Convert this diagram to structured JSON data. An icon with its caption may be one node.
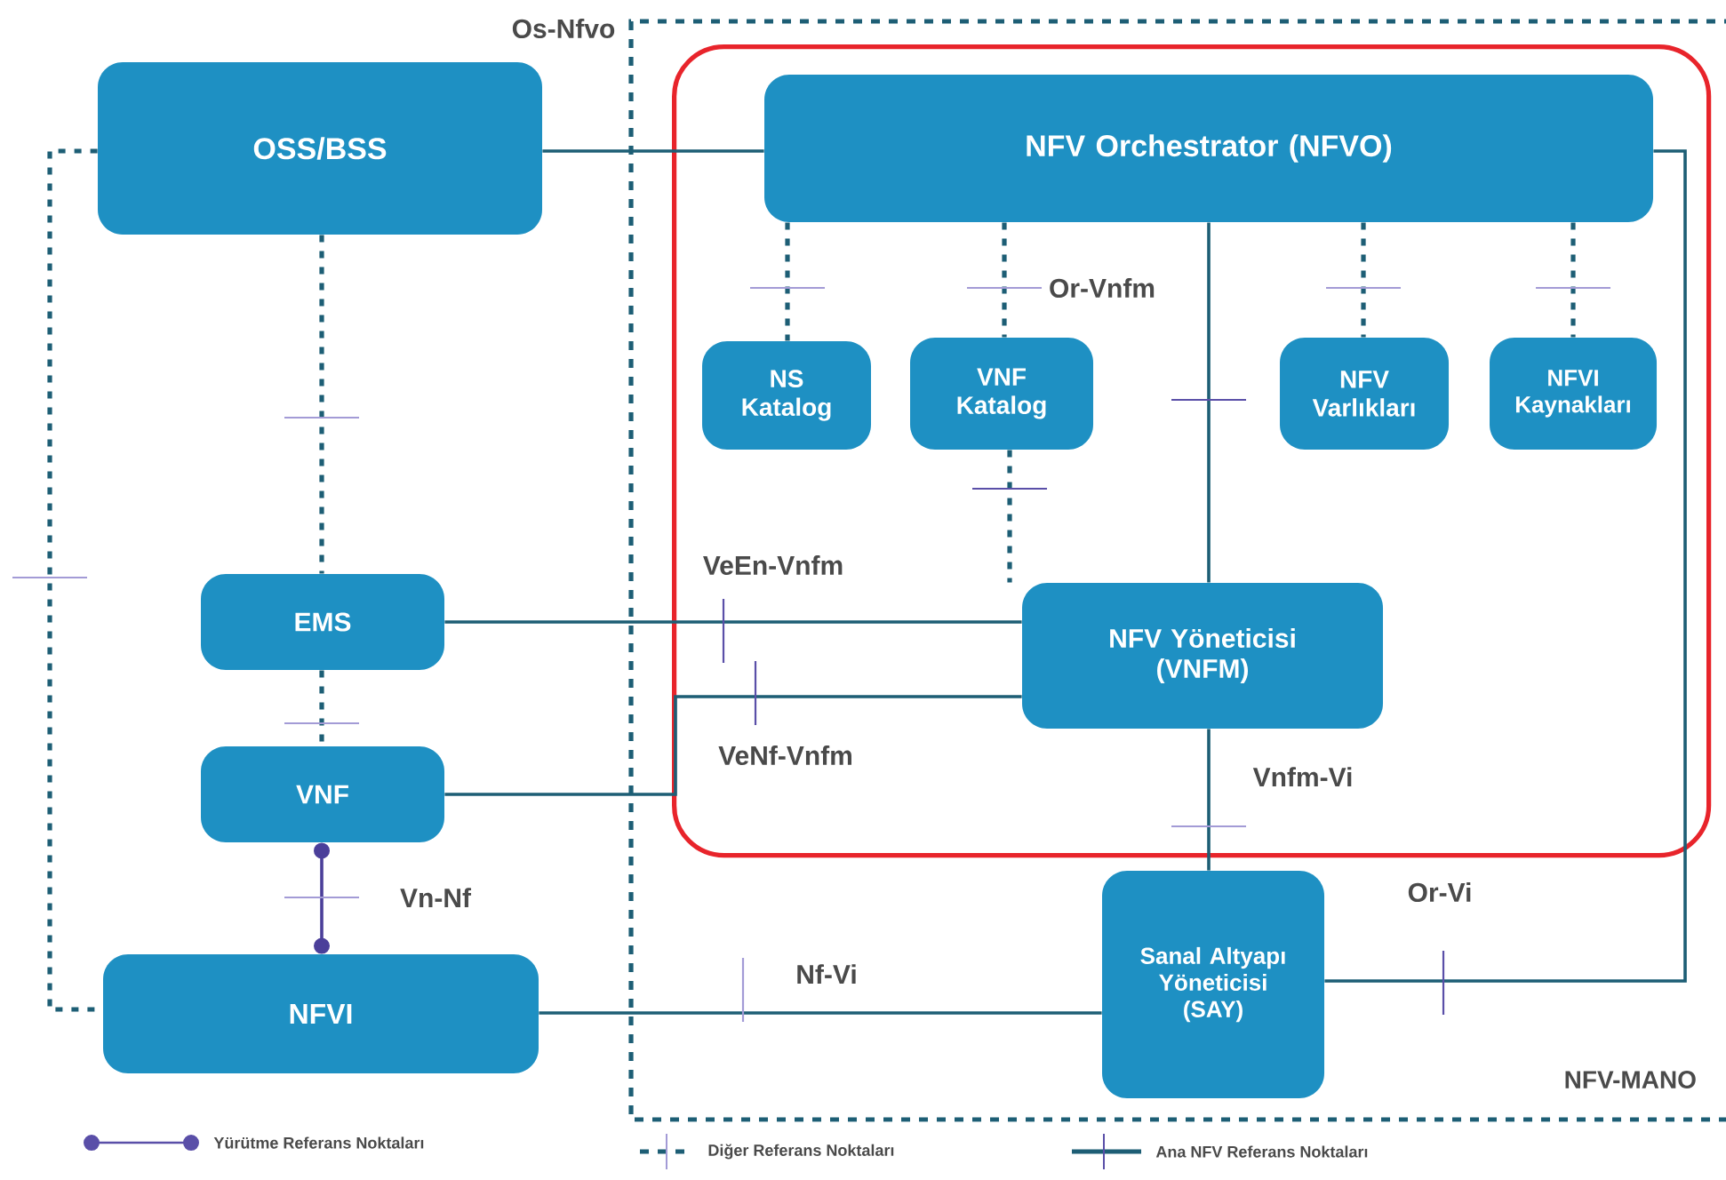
{
  "diagram": {
    "nodes": [
      {
        "text": [
          "NFV-MANO"
        ]
      },
      {
        "text": [],
        "shape": "box",
        "in": 0
      },
      {
        "text": [
          "OSS/BSS"
        ]
      },
      {
        "text": [
          "NFV Orchestrator (NFVO)"
        ],
        "in": 1
      },
      {
        "text": [
          "NS Katalog"
        ],
        "in": 1
      },
      {
        "text": [
          "VNF Katalog"
        ],
        "in": 1
      },
      {
        "text": [
          "NFV Varlıkları"
        ],
        "in": 1
      },
      {
        "text": [
          "NFVI Kaynakları"
        ],
        "in": 1
      },
      {
        "text": [
          "EMS"
        ]
      },
      {
        "text": [
          "NFV Yöneticisi (VNFM)"
        ],
        "in": 1
      },
      {
        "text": [
          "VNF"
        ]
      },
      {
        "text": [
          "NFVI"
        ]
      },
      {
        "text": [
          "Sanal Altyapı Yöneticisi (SAY)"
        ],
        "in": 0
      }
    ],
    "edges": [
      {
        "from": 2,
        "to": 3,
        "arrow": "none",
        "label": "Os-Nfvo"
      },
      {
        "from": 2,
        "to": 8,
        "arrow": "none",
        "style": "dashed"
      },
      {
        "from": 2,
        "to": 11,
        "arrow": "none",
        "style": "dashed"
      },
      {
        "from": 3,
        "to": 4,
        "arrow": "none",
        "style": "dashed"
      },
      {
        "from": 3,
        "to": 5,
        "arrow": "none",
        "style": "dashed"
      },
      {
        "from": 3,
        "to": 6,
        "arrow": "none",
        "style": "dashed"
      },
      {
        "from": 3,
        "to": 7,
        "arrow": "none",
        "style": "dashed"
      },
      {
        "from": 3,
        "to": 9,
        "arrow": "none",
        "label": "Or-Vnfm"
      },
      {
        "from": 5,
        "to": 9,
        "arrow": "none",
        "style": "dashed"
      },
      {
        "from": 8,
        "to": 9,
        "arrow": "none",
        "label": "VeEn-Vnfm"
      },
      {
        "from": 8,
        "to": 10,
        "arrow": "none",
        "style": "dashed"
      },
      {
        "from": 10,
        "to": 9,
        "arrow": "none",
        "label": "VeNf-Vnfm"
      },
      {
        "from": 10,
        "to": 11,
        "arrow": "other",
        "label": "Vn-Nf",
        "color": "#4b3f9a"
      },
      {
        "from": 11,
        "to": 12,
        "arrow": "none",
        "label": "Nf-Vi"
      },
      {
        "from": 9,
        "to": 12,
        "arrow": "none",
        "label": "Vnfm-Vi"
      },
      {
        "from": 12,
        "to": 3,
        "arrow": "none",
        "label": "Or-Vi"
      }
    ],
    "legend": [
      {
        "text": "Yürütme Referans Noktaları"
      },
      {
        "text": "Diğer Referans Noktaları"
      },
      {
        "text": "Ana NFV Referans Noktaları"
      }
    ]
  }
}
